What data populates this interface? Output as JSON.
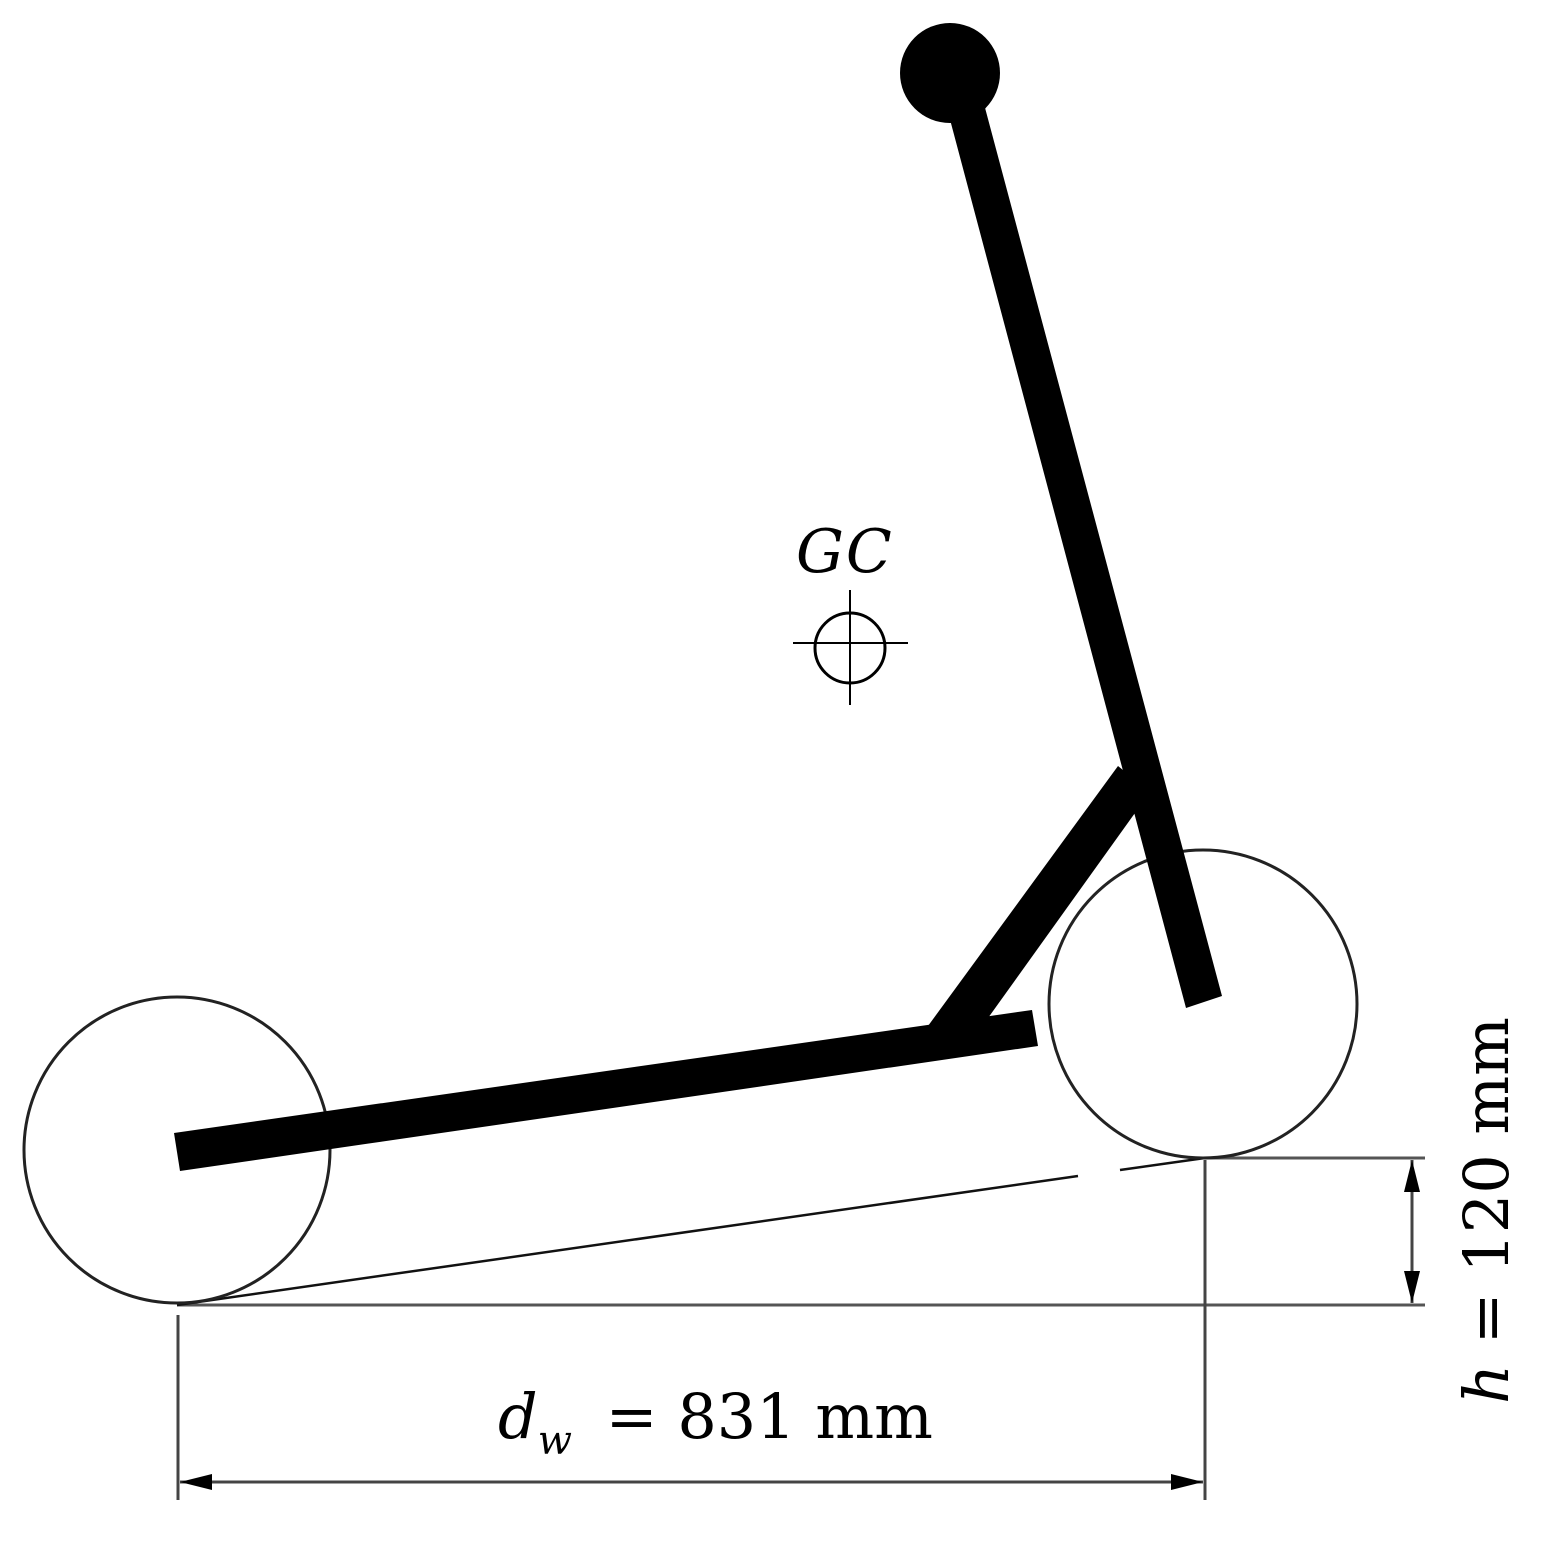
{
  "figure": {
    "subject": "electric scooter climbing a step (side view schematic)",
    "colors": {
      "frame": "#000000",
      "wheel_outline": "#333333",
      "dimension_line": "#555555",
      "background": "#ffffff"
    }
  },
  "labels": {
    "gc": {
      "text": "GC",
      "meaning": "center of gravity marker"
    },
    "wheelbase": {
      "symbol": "d",
      "subscript": "w",
      "equals": " = ",
      "value": "831",
      "unit": " mm",
      "full": "dw = 831 mm"
    },
    "step_height": {
      "symbol": "h",
      "equals": " = ",
      "value": "120",
      "unit": " mm",
      "full": "h = 120 mm"
    }
  },
  "icons": {
    "gc_marker": "crosshair-circle-icon",
    "dimension_arrow": "arrowhead-icon"
  }
}
